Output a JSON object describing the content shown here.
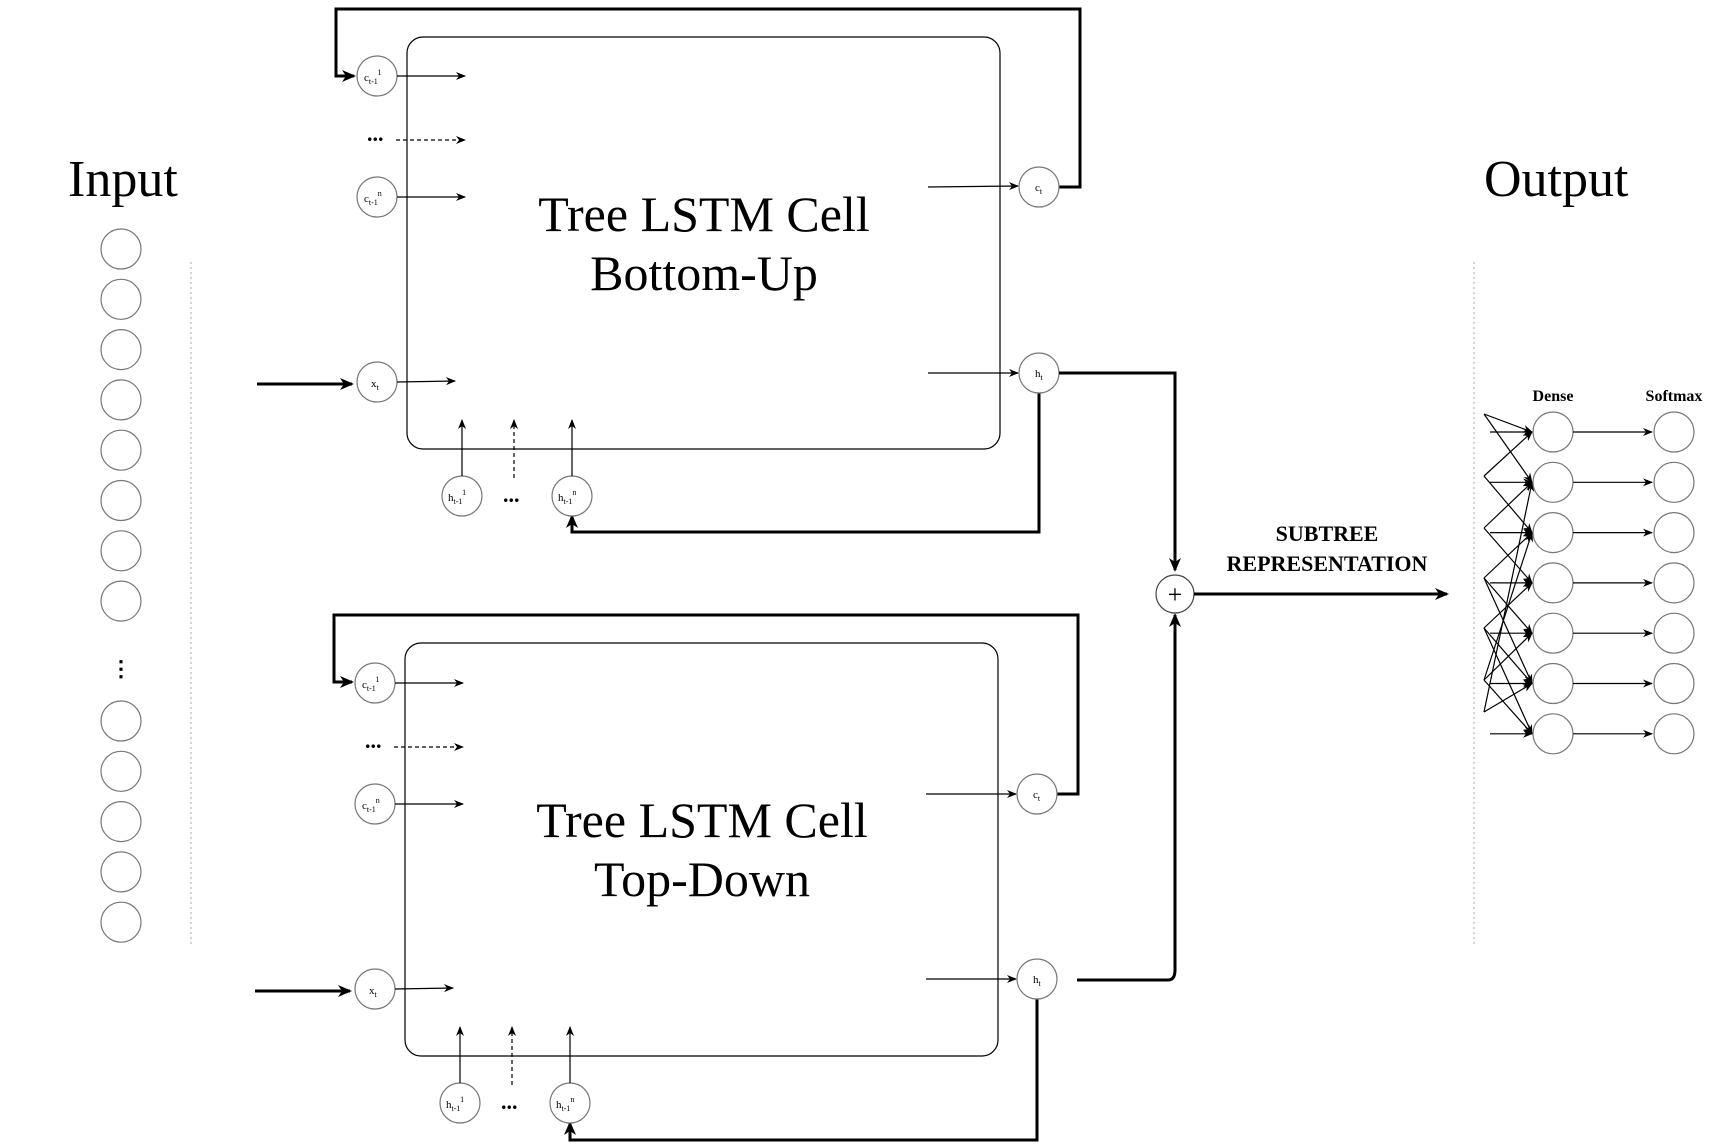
{
  "titles": {
    "input": "Input",
    "output": "Output"
  },
  "cells": {
    "bottom_up": {
      "line1": "Tree LSTM Cell",
      "line2": "Bottom-Up"
    },
    "top_down": {
      "line1": "Tree LSTM Cell",
      "line2": "Top-Down"
    }
  },
  "nodes": {
    "c_base": "c",
    "h_base": "h",
    "x_base": "x",
    "prev_sub": "t-1",
    "cur_sub": "t",
    "sup_first": "1",
    "sup_last": "n",
    "ellipsis": "..."
  },
  "labels": {
    "subtree_line1": "SUBTREE",
    "subtree_line2": "REPRESENTATION",
    "dense": "Dense",
    "softmax": "Softmax",
    "plus": "+"
  },
  "input_layer": {
    "top_neurons": 8,
    "bottom_neurons": 5,
    "vertical_ellipsis": "⋮"
  },
  "output_layer": {
    "neurons": 7
  }
}
